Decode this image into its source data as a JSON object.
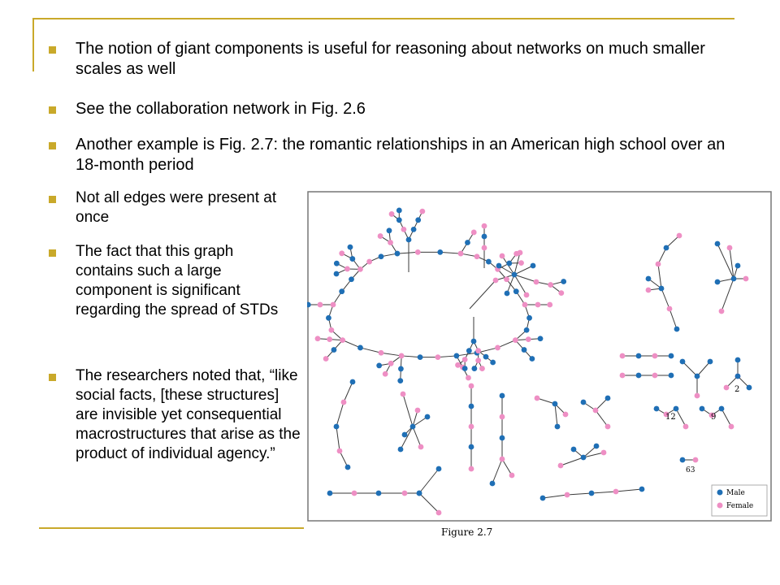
{
  "slide": {
    "bullets": [
      "The notion of giant components is useful for reasoning about networks on much smaller scales as well",
      "See the collaboration network in Fig. 2.6",
      "Another example is Fig. 2.7: the romantic relationships in an American high school over an 18-month period",
      "Not all edges were present at once",
      "The fact that this graph contains such a large component is significant regarding the spread of STDs",
      "The researchers noted that, “like social facts, [these structures] are invisible yet consequential macrostructures that arise as the product of individual agency.”"
    ]
  },
  "figure": {
    "caption": "Figure 2.7",
    "legend": {
      "male": "Male",
      "female": "Female"
    },
    "component_labels": [
      "12",
      "9",
      "2",
      "63"
    ],
    "colors": {
      "male": "#1f6fb5",
      "female": "#ee8fc4",
      "edge": "#3a3a3a",
      "frame": "#777777",
      "accent": "#c9a92a"
    }
  }
}
